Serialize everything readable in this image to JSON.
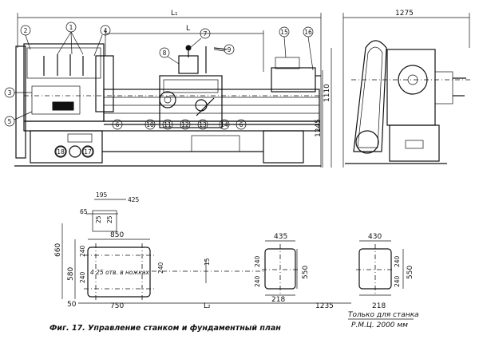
{
  "figure": {
    "caption": "Фиг. 17. Управление станком и фундаментный план",
    "lathe_front": {
      "dim_overall_label": "L₁",
      "dim_bed_label": "L",
      "callouts": [
        "2",
        "1",
        "4",
        "7",
        "8",
        "9",
        "15",
        "16",
        "3",
        "5",
        "6",
        "10",
        "11",
        "12",
        "13",
        "14",
        "6",
        "18",
        "17"
      ]
    },
    "lathe_side": {
      "dim_width": "1275",
      "dim_center_height": "1110",
      "dim_total_height": "1245"
    },
    "foundation_1": {
      "d195": "195",
      "d425": "425",
      "d65": "65",
      "d25a": "25",
      "d25b": "25",
      "d850": "850",
      "d660": "660",
      "d580": "580",
      "d240a": "240",
      "d240b": "240",
      "d240c": "240",
      "bolt_note": "4 25 отв. в ножках",
      "d50": "50",
      "d750": "750"
    },
    "gap": {
      "d15": "15",
      "L2": "L₂",
      "d1235": "1235"
    },
    "foundation_2": {
      "d435": "435",
      "d240a": "240",
      "d240b": "240",
      "d550": "550",
      "d218": "218"
    },
    "foundation_3": {
      "d430": "430",
      "d240a": "240",
      "d240b": "240",
      "d550": "550",
      "d218": "218",
      "note_line1": "Только для станка",
      "note_line2": "Р.М.Ц. 2000 мм"
    }
  }
}
